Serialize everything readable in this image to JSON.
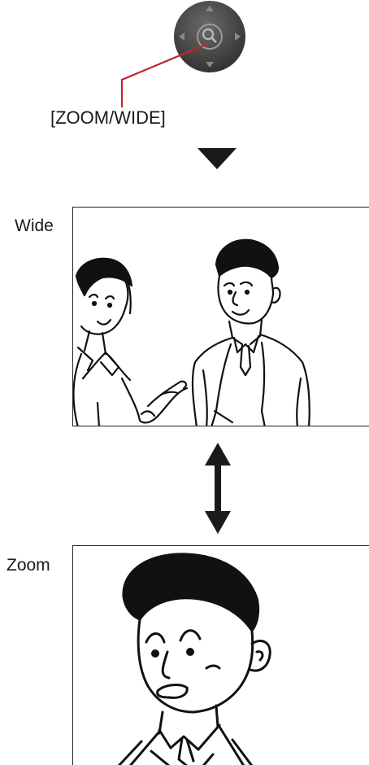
{
  "button": {
    "label": "[ZOOM/WIDE]",
    "icon": "zoom-magnifier-icon",
    "pad_color": "#4a4a4a",
    "callout_color": "#c0272d"
  },
  "panels": {
    "wide": {
      "label": "Wide"
    },
    "zoom": {
      "label": "Zoom"
    }
  }
}
